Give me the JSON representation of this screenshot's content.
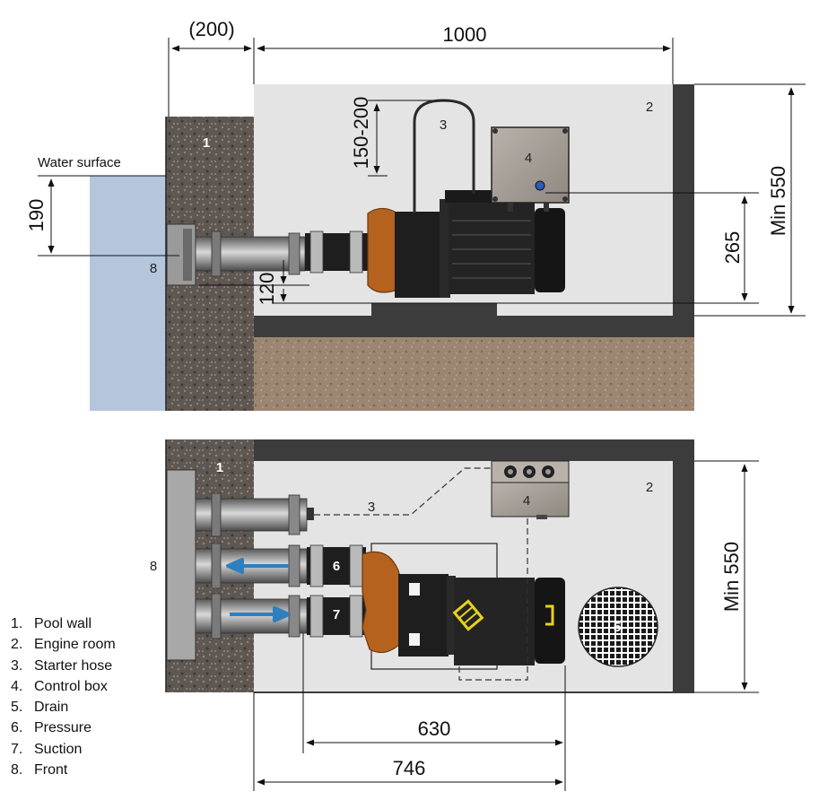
{
  "dimensions": {
    "wall_thickness": "(200)",
    "room_length": "1000",
    "clearance_top": "150-200",
    "water_depth": "190",
    "pipe_height": "120",
    "box_height": "265",
    "room_height_side": "Min 550",
    "room_height_top": "Min 550",
    "pump_length": "630",
    "total_length": "746"
  },
  "labels": {
    "water_surface": "Water surface"
  },
  "callouts": {
    "pool_wall": "1",
    "engine_room": "2",
    "starter_hose": "3",
    "control_box": "4",
    "drain": "5",
    "pressure": "6",
    "suction": "7",
    "front": "8"
  },
  "legend": [
    {
      "num": "1.",
      "text": "Pool wall"
    },
    {
      "num": "2.",
      "text": "Engine room"
    },
    {
      "num": "3.",
      "text": "Starter hose"
    },
    {
      "num": "4.",
      "text": "Control box"
    },
    {
      "num": "5.",
      "text": "Drain"
    },
    {
      "num": "6.",
      "text": "Pressure"
    },
    {
      "num": "7.",
      "text": "Suction"
    },
    {
      "num": "8.",
      "text": "Front"
    }
  ],
  "colors": {
    "water": "#b4c5dc",
    "room_fill": "#e4e4e4",
    "wall_dark": "#3c3c3c",
    "concrete": "#5f5852",
    "ground": "#9c8672",
    "pump_orange": "#b5621f",
    "motor_black": "#1e1e1e",
    "control_box": "#b0aaa2",
    "arrow_blue": "#2f7fbf",
    "coupling_yellow": "#e8d21a"
  }
}
